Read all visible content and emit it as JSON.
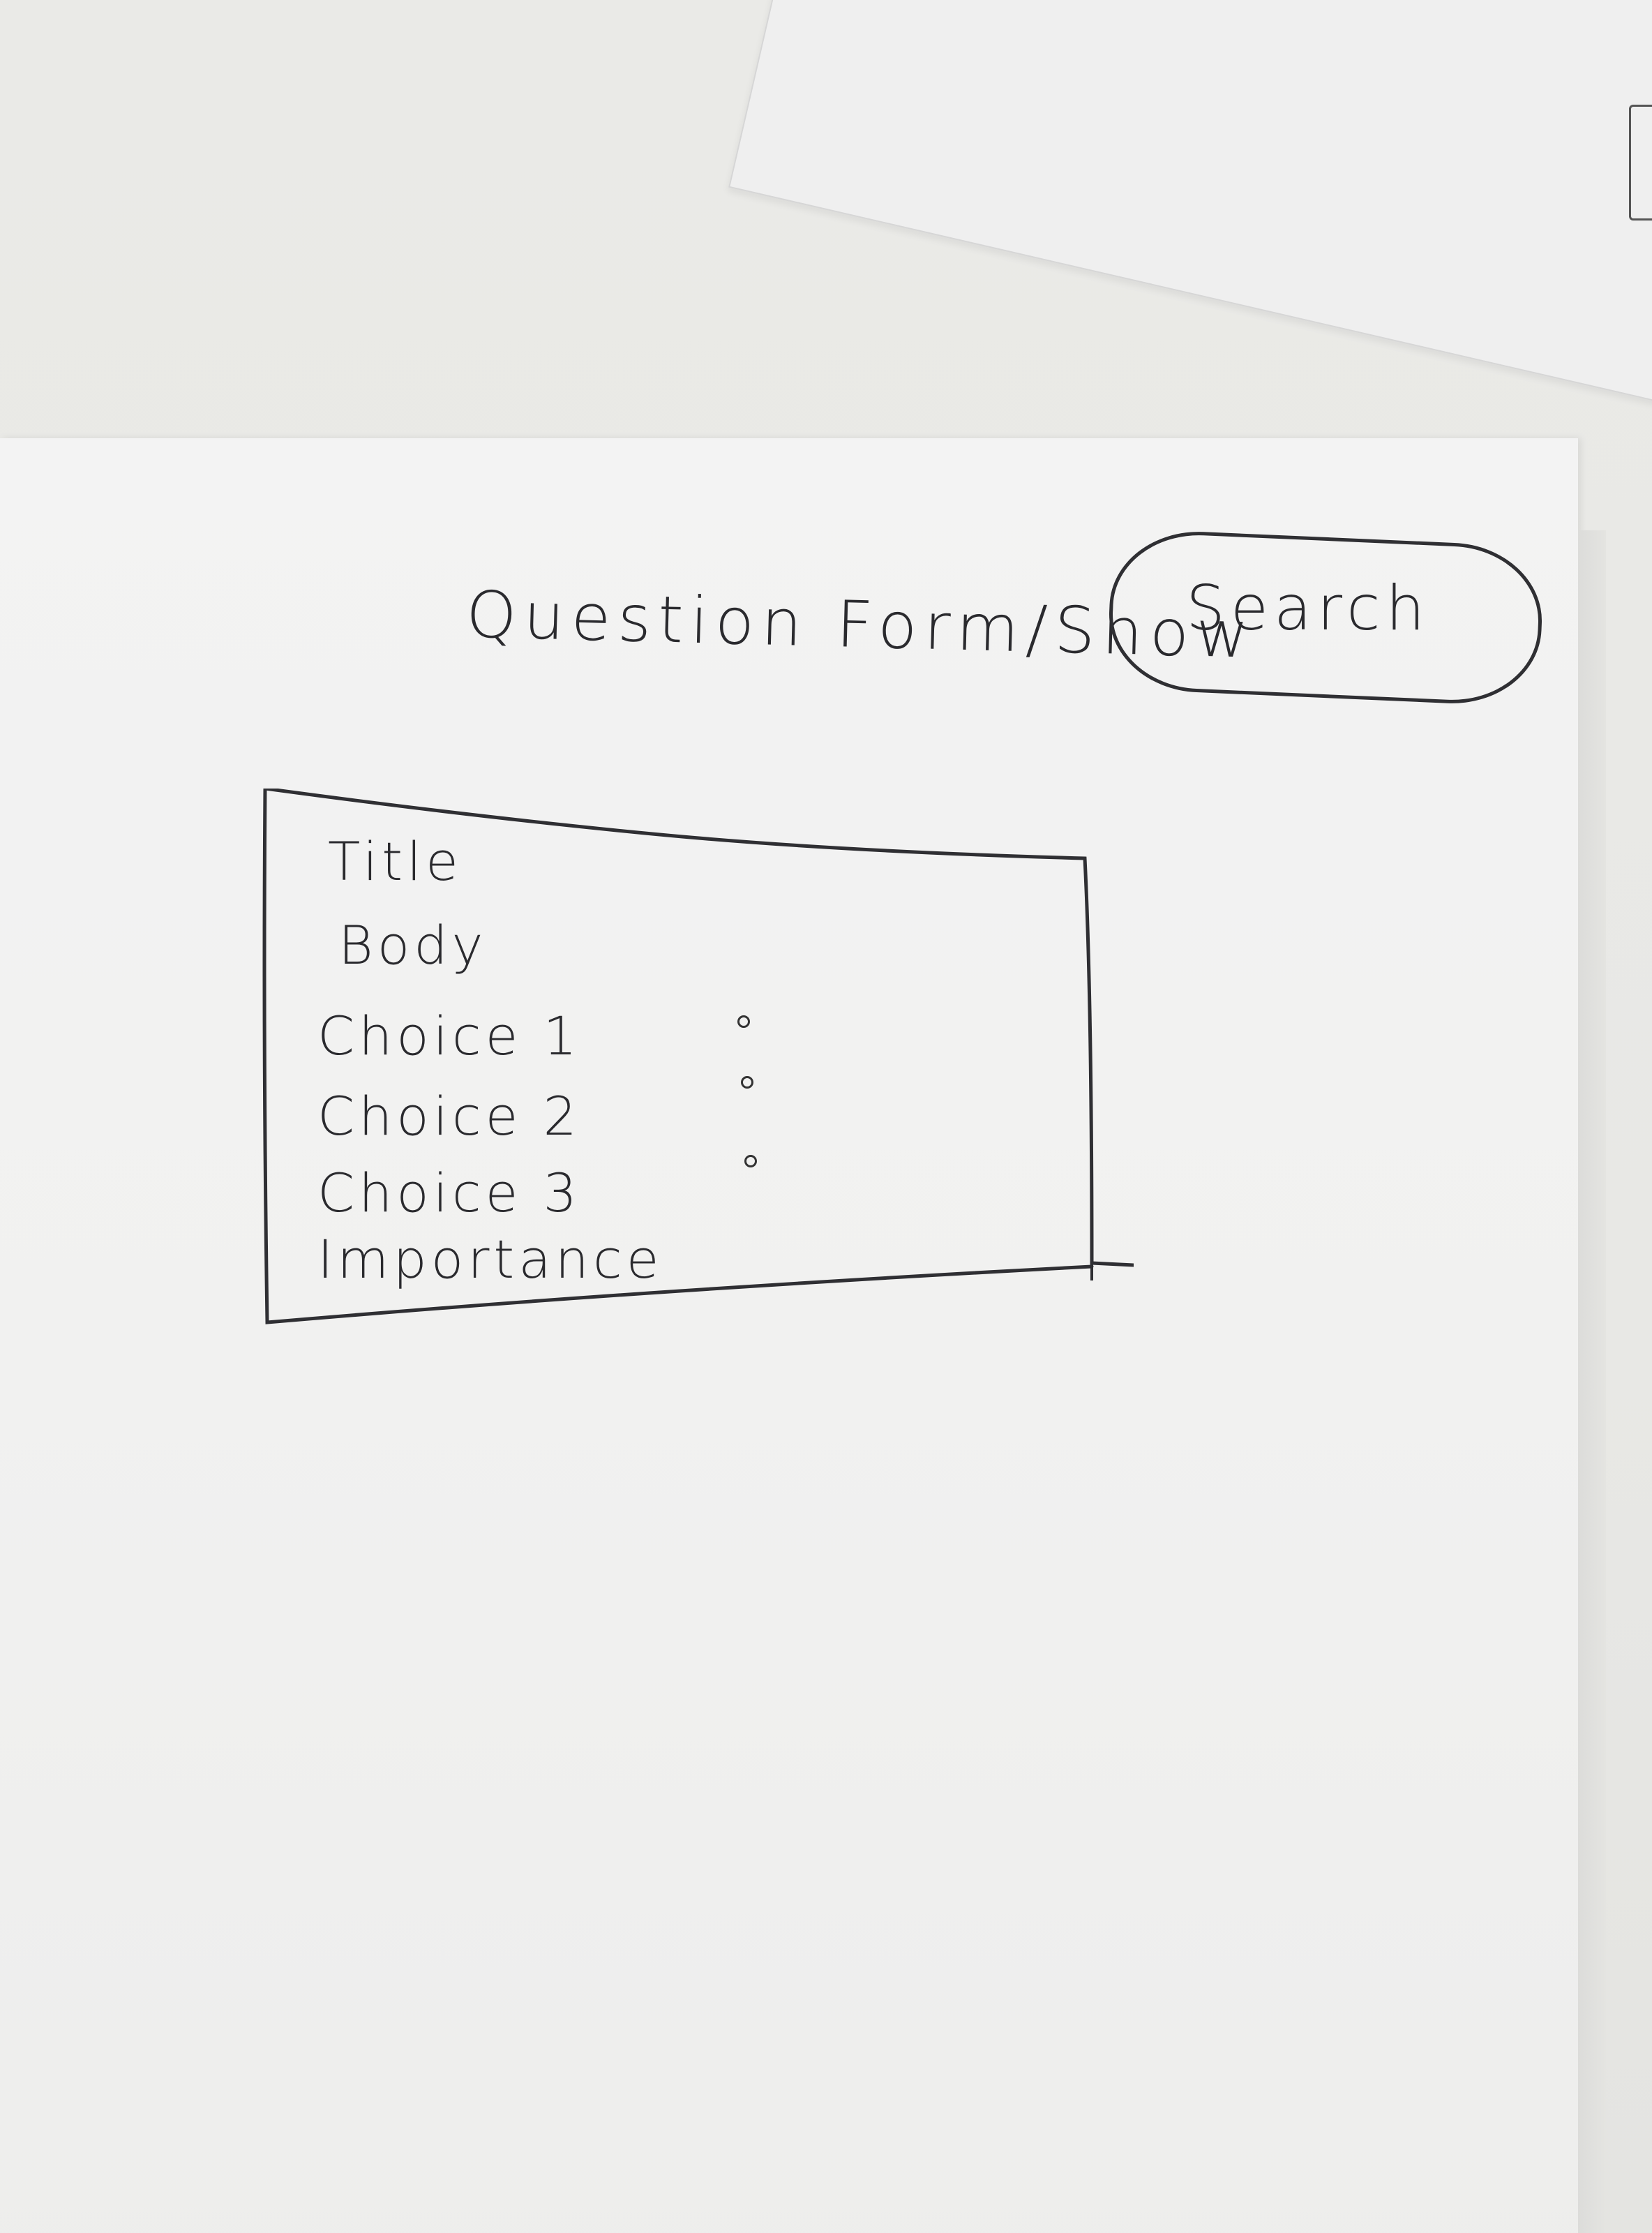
{
  "header": {
    "heading": "Question Form/Show",
    "search_label": "Search"
  },
  "form": {
    "fields": [
      {
        "label": "Title"
      },
      {
        "label": "Body"
      },
      {
        "label": "Choice 1"
      },
      {
        "label": "Choice 2"
      },
      {
        "label": "Choice 3"
      },
      {
        "label": "Importance"
      }
    ],
    "radio_count": 3
  },
  "colors": {
    "ink": "#2a2a2e",
    "paper": "#f2f2f1",
    "background": "#e8e8e5"
  }
}
